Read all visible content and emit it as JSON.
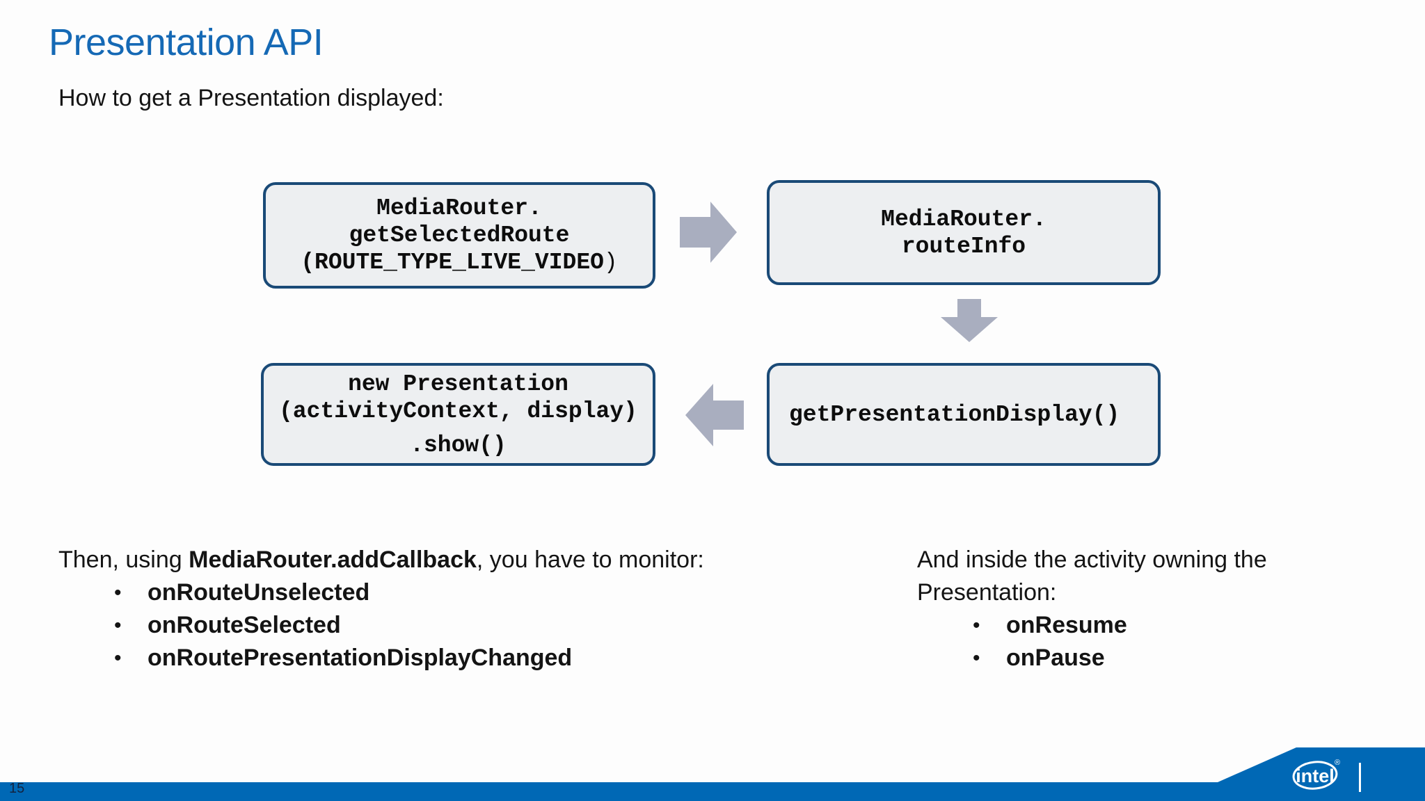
{
  "slide": {
    "title": "Presentation API",
    "subtitle": "How to get a Presentation displayed:"
  },
  "diagram": {
    "box_top_left": {
      "line1": "MediaRouter.",
      "line2": "getSelectedRoute",
      "line3_main": "(ROUTE_TYPE_LIVE_VIDEO",
      "line3_close": ")"
    },
    "box_top_right": {
      "line1": "MediaRouter.",
      "line2": "routeInfo"
    },
    "box_bottom_right": {
      "line1": "getPresentationDisplay()"
    },
    "box_bottom_left": {
      "line1": "new Presentation",
      "line2": "(activityContext, display)",
      "line3": ".show()"
    },
    "arrows": {
      "right_arrow": "flow from getSelectedRoute to routeInfo",
      "down_arrow": "flow from routeInfo to getPresentationDisplay",
      "left_arrow": "flow from getPresentationDisplay to new Presentation"
    }
  },
  "notes_left": {
    "intro_prefix": "Then, using ",
    "intro_bold": "MediaRouter.addCallback",
    "intro_suffix": ", you have to monitor:",
    "bullet_char": "•",
    "bullets": [
      "onRouteUnselected",
      "onRouteSelected",
      "onRoutePresentationDisplayChanged"
    ]
  },
  "notes_right": {
    "intro": "And inside the activity owning the Presentation:",
    "bullet_char": "•",
    "bullets": [
      "onResume",
      "onPause"
    ]
  },
  "footer": {
    "page_number": "15",
    "logo_text": "intel",
    "registered_mark": "®"
  },
  "colors": {
    "title_blue": "#1569b5",
    "box_border_navy": "#1a4a77",
    "box_fill_gray": "#edeff1",
    "arrow_gray": "#a9aebf",
    "footer_blue": "#0068b5"
  }
}
